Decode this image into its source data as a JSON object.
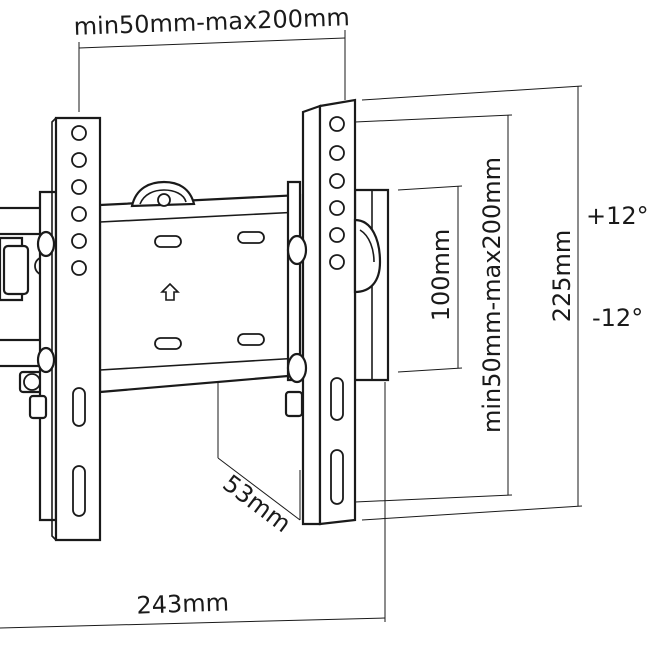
{
  "dimensions": {
    "top_width": "min50mm-max200mm",
    "right_vertical": "min50mm-max200mm",
    "inner_height": "100mm",
    "total_height": "225mm",
    "depth": "53mm",
    "total_width": "243mm",
    "tilt_up": "+12°",
    "tilt_down": "-12°"
  },
  "icons": {
    "arrow": "up-arrow-icon"
  }
}
